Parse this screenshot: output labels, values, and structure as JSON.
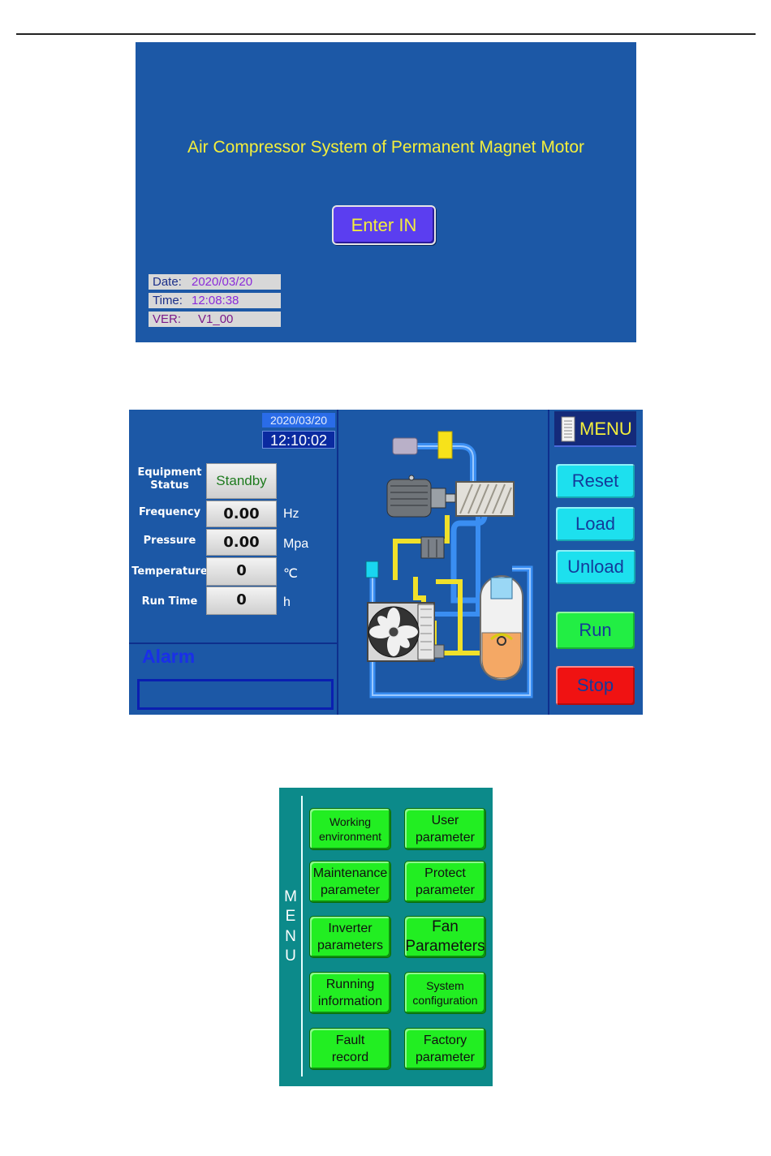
{
  "startup_screen": {
    "title": "Air Compressor System of Permanent Magnet Motor",
    "enter_button": "Enter IN",
    "date_label": "Date:",
    "date_value": "2020/03/20",
    "time_label": "Time:",
    "time_value": "12:08:38",
    "ver_label": "VER:",
    "ver_value": "V1_00"
  },
  "main_screen": {
    "date": "2020/03/20",
    "time": "12:10:02",
    "params": [
      {
        "label_line1": "Equipment",
        "label_line2": "Status",
        "value": "Standby",
        "unit": ""
      },
      {
        "label": "Frequency",
        "value": "0.00",
        "unit": "Hz"
      },
      {
        "label": "Pressure",
        "value": "0.00",
        "unit": "Mpa"
      },
      {
        "label": "Temperature",
        "value": "0",
        "unit": "℃"
      },
      {
        "label": "Run Time",
        "value": "0",
        "unit": "h"
      }
    ],
    "alarm_label": "Alarm",
    "alarm_value": "",
    "menu_label": "MENU",
    "buttons": {
      "reset": "Reset",
      "load": "Load",
      "unload": "Unload",
      "run": "Run",
      "stop": "Stop"
    }
  },
  "menu_screen": {
    "side_letters": [
      "M",
      "E",
      "N",
      "U"
    ],
    "items": [
      {
        "line1": "Working",
        "line2": "environment"
      },
      {
        "line1": "User",
        "line2": "parameter"
      },
      {
        "line1": "Maintenance",
        "line2": "parameter"
      },
      {
        "line1": "Protect",
        "line2": "parameter"
      },
      {
        "line1": "Inverter",
        "line2": "parameters"
      },
      {
        "line1": "Fan",
        "line2": "Parameters"
      },
      {
        "line1": "Running",
        "line2": "information"
      },
      {
        "line1": "System",
        "line2": "configuration"
      },
      {
        "line1": "Fault",
        "line2": "record"
      },
      {
        "line1": "Factory",
        "line2": "parameter"
      }
    ]
  },
  "colors": {
    "screen_blue": "#1c58a6",
    "title_yellow": "#f3ee3c",
    "button_cyan": "#1de0ee",
    "button_green": "#22ee44",
    "button_red": "#f01212",
    "menu_teal": "#0c8a8a"
  }
}
